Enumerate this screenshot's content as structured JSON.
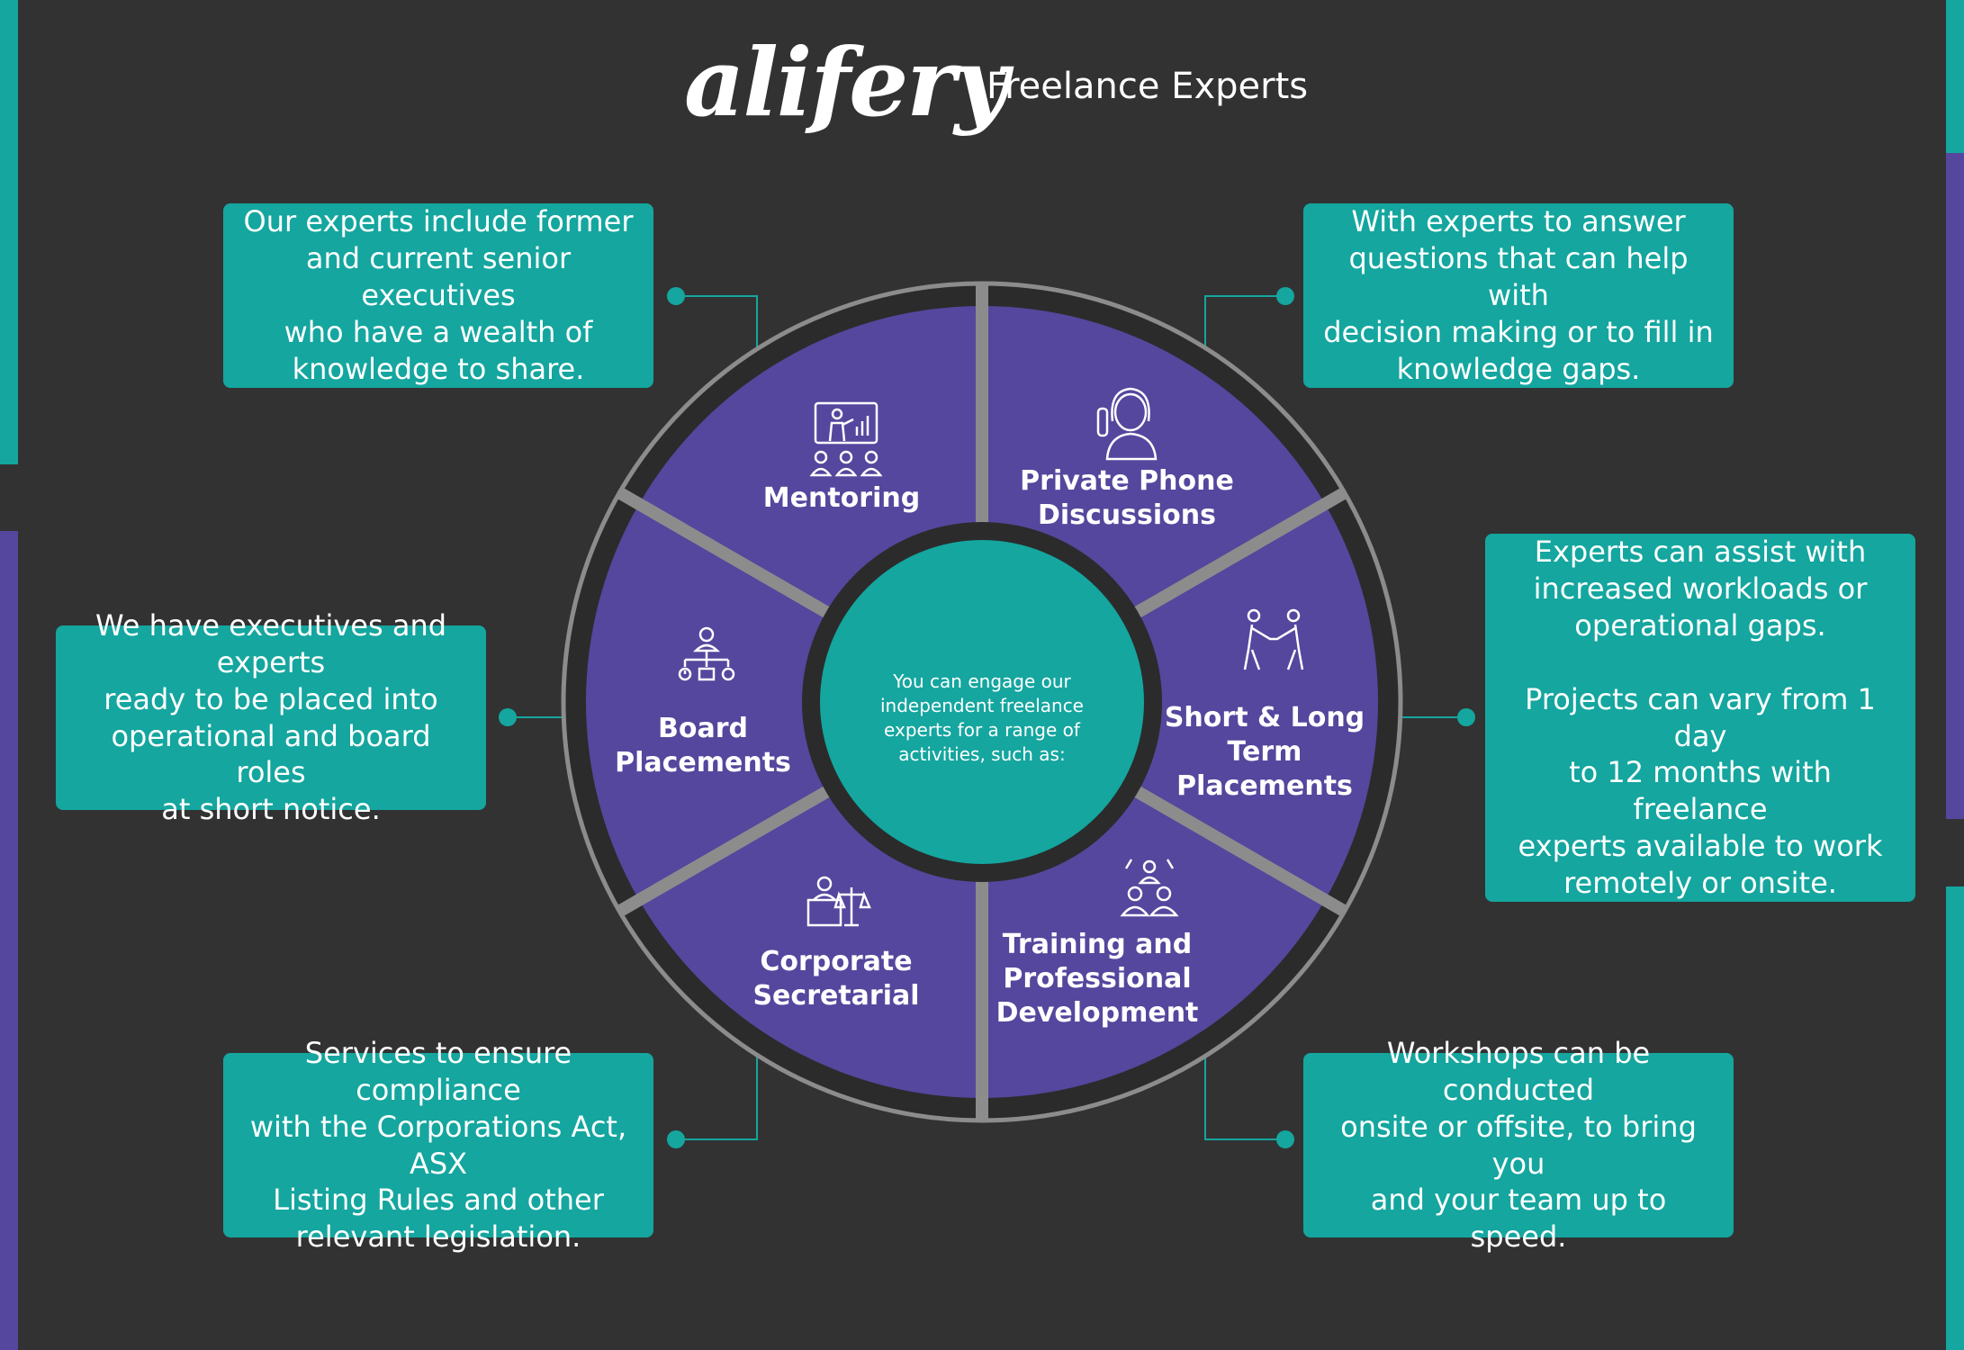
{
  "header": {
    "logo_text": "alifery",
    "subtitle": "Freelance Experts"
  },
  "center": {
    "lines": [
      "You can engage our",
      "independent freelance",
      "experts for a range of",
      "activities, such as:"
    ]
  },
  "segments": [
    {
      "id": "mentoring",
      "label_lines": [
        "Mentoring"
      ],
      "icon": "presentation-audience-icon"
    },
    {
      "id": "phone",
      "label_lines": [
        "Private Phone",
        "Discussions"
      ],
      "icon": "person-phone-icon"
    },
    {
      "id": "placements",
      "label_lines": [
        "Short & Long",
        "Term",
        "Placements"
      ],
      "icon": "handshake-icon"
    },
    {
      "id": "training",
      "label_lines": [
        "Training and",
        "Professional",
        "Development"
      ],
      "icon": "group-training-icon"
    },
    {
      "id": "secretarial",
      "label_lines": [
        "Corporate",
        "Secretarial"
      ],
      "icon": "desk-scales-icon"
    },
    {
      "id": "board",
      "label_lines": [
        "Board",
        "Placements"
      ],
      "icon": "org-chart-icon"
    }
  ],
  "boxes": {
    "mentoring": "Our experts include former\nand current senior executives\nwho have a wealth of\nknowledge to share.",
    "phone": "With experts to answer\nquestions that can help with\ndecision making or to fill in\nknowledge gaps.",
    "placements": "Experts can assist with\nincreased workloads or\noperational gaps.\n\nProjects can vary from 1 day\nto 12 months with freelance\nexperts available to work\nremotely or onsite.",
    "board": "We have executives and experts\nready to be placed into\noperational and board roles\nat short notice.",
    "secretarial": "Services to ensure compliance\nwith the Corporations Act, ASX\nListing Rules and other\nrelevant legislation.",
    "training": "Workshops can be conducted\nonsite or offsite, to bring you\nand your team up to speed."
  },
  "colors": {
    "background": "#323232",
    "teal": "#14a69f",
    "purple": "#54479d",
    "divider": "#8c8c8c",
    "ring": "#2b2b2b"
  }
}
